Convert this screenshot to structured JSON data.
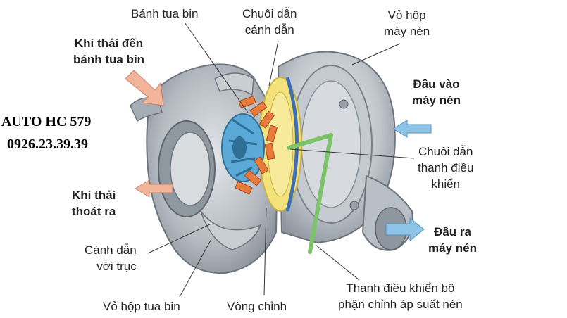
{
  "labels": {
    "turbine_wheel": "Bánh tua bin",
    "vane_chain": "Chuôi dẫn\ncánh dẫn",
    "compressor_housing": "Vỏ hộp\nmáy nén",
    "exhaust_in": "Khí thải đến\nbánh tua bin",
    "compressor_inlet": "Đầu vào\nmáy nén",
    "rod_chain": "Chuôi dẫn\nthanh điều\nkhiển",
    "exhaust_out": "Khí thải\nthoát ra",
    "compressor_outlet": "Đầu ra\nmáy nén",
    "vane_shaft": "Cánh dẫn\nvới trục",
    "control_rod": "Thanh điều khiển bộ\nphận chỉnh áp suất nén",
    "turbine_housing": "Vỏ hộp tua bin",
    "adjust_ring": "Vòng chỉnh"
  },
  "watermark": {
    "line1": "AUTO HC 579",
    "line2": "0926.23.39.39"
  },
  "colors": {
    "arrow_hot": "#f2b49b",
    "arrow_cool": "#8cc3e6",
    "housing": "#b9bfc6",
    "housing_dark": "#7d858e",
    "vane": "#e87a3c",
    "wheel": "#5aa9d6",
    "ring": "#f3e27a",
    "rod": "#7cc46a"
  }
}
